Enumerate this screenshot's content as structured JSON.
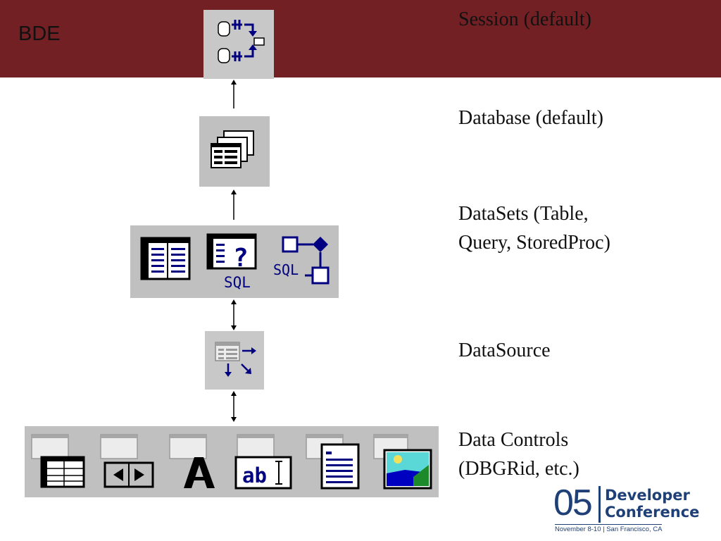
{
  "banner": {
    "title": "BDE"
  },
  "layers": {
    "session": {
      "label": "Session (default)"
    },
    "database": {
      "label": "Database (default)"
    },
    "datasets": {
      "line1": "DataSets (Table,",
      "line2": "Query, StoredProc)",
      "sql1": "SQL",
      "sql2": "SQL"
    },
    "datasource": {
      "label": "DataSource"
    },
    "controls": {
      "line1": "Data Controls",
      "line2": "(DBGRid, etc.)",
      "edit_text": "ab"
    }
  },
  "logo": {
    "number": "05",
    "word1": "Developer",
    "word2": "Conference",
    "footer": "November 8-10 | San Francisco, CA"
  },
  "colors": {
    "banner": "#732024",
    "panel": "#c0c0c0",
    "icon_navy": "#000080",
    "logo_blue": "#1f3f77"
  }
}
